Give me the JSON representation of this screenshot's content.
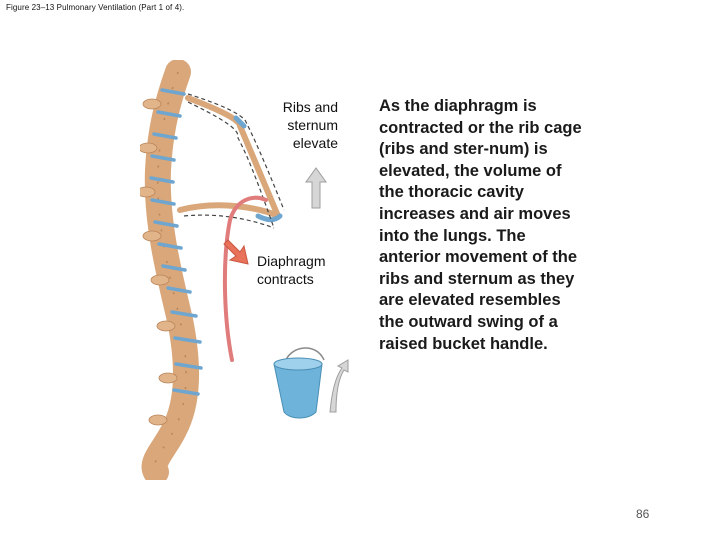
{
  "caption": "Figure 23–13 Pulmonary Ventilation (Part 1 of 4).",
  "figure": {
    "label_ribs": "Ribs and sternum elevate",
    "label_diaphragm": "Diaphragm contracts",
    "colors": {
      "bone": "#d9a77a",
      "disc": "#6fa6cf",
      "diaphragm": "#e07c7c",
      "arrow_gray": "#bdbdbd",
      "arrow_red": "#e8735a",
      "bucket": "#6db3da"
    },
    "icons": [
      "spine-illustration",
      "rib-cage-outline",
      "bucket-illustration",
      "up-arrow-icon",
      "down-arrow-icon",
      "curved-arrow-icon"
    ]
  },
  "body_text": "As the diaphragm is contracted or the rib cage (ribs and ster-num) is elevated, the volume of the thoracic cavity increases and air moves into the lungs. The anterior movement of the ribs and sternum as they are elevated resembles the outward swing of a raised bucket handle.",
  "page_number": "86"
}
